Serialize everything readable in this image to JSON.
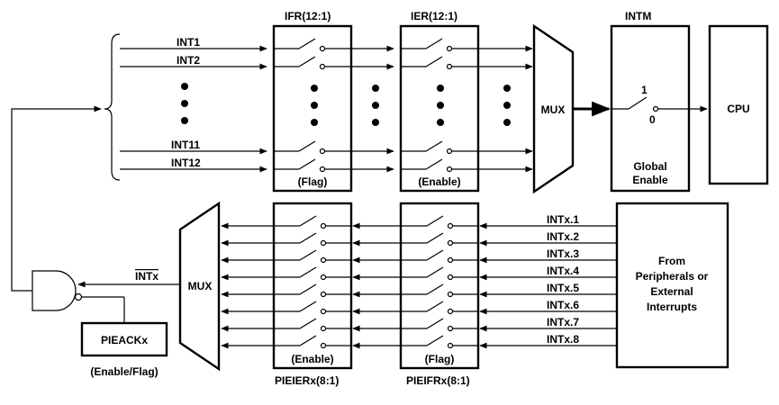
{
  "upper_block": {
    "ifr_title": "IFR(12:1)",
    "ier_title": "IER(12:1)",
    "intm_title": "INTM",
    "ifr_caption": "(Flag)",
    "ier_caption": "(Enable)",
    "mux_label": "MUX",
    "switch_on": "1",
    "switch_off": "0",
    "intm_caption_line1": "Global",
    "intm_caption_line2": "Enable",
    "cpu_label": "CPU",
    "inputs": [
      "INT1",
      "INT2",
      "INT11",
      "INT12"
    ]
  },
  "lower_block": {
    "mux_label": "MUX",
    "pieier_caption": "(Enable)",
    "pieifr_caption": "(Flag)",
    "pieier_title": "PIEIERx(8:1)",
    "pieifr_title": "PIEIFRx(8:1)",
    "source_line1": "From",
    "source_line2": "Peripherals or",
    "source_line3": "External",
    "source_line4": "Interrupts",
    "inputs": [
      "INTx.1",
      "INTx.2",
      "INTx.3",
      "INTx.4",
      "INTx.5",
      "INTx.6",
      "INTx.7",
      "INTx.8"
    ],
    "mux_output_label": "INTx",
    "pieack_label": "PIEACKx",
    "pieack_caption": "(Enable/Flag)"
  }
}
